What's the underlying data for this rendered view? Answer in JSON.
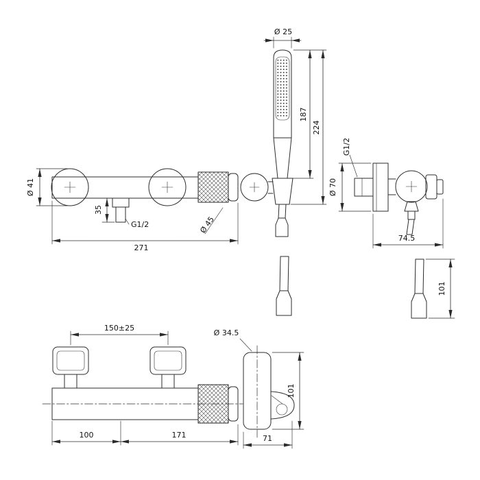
{
  "labels": {
    "head_diameter": "Ø 25",
    "shower_length": "187",
    "shower_total_length": "224",
    "escutcheon_diameter": "Ø 41",
    "outlet_offset": "35",
    "outlet_thread": "G1/2",
    "body_width": "271",
    "knob_diameter": "Ø 45",
    "inlet_thread": "G1/2",
    "flange_diameter": "Ø 70",
    "body_depth": "74.5",
    "holder_drop": "101",
    "inlet_spacing": "150±25",
    "bracket_diameter": "Ø 34.5",
    "left_span": "100",
    "right_span": "171",
    "bracket_depth": "71",
    "bracket_height": "101"
  }
}
